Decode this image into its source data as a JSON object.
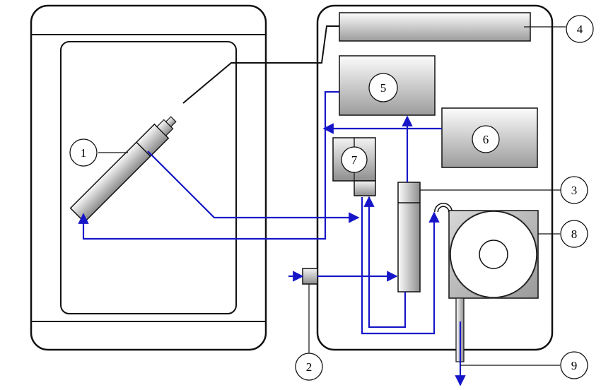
{
  "callouts": [
    {
      "id": "1",
      "label": "1"
    },
    {
      "id": "2",
      "label": "2"
    },
    {
      "id": "3",
      "label": "3"
    },
    {
      "id": "4",
      "label": "4"
    },
    {
      "id": "5",
      "label": "5"
    },
    {
      "id": "6",
      "label": "6"
    },
    {
      "id": "7",
      "label": "7"
    },
    {
      "id": "8",
      "label": "8"
    },
    {
      "id": "9",
      "label": "9"
    }
  ],
  "colors": {
    "flow": "#1616c8",
    "outline": "#111111",
    "component_fill_light": "#fafafa",
    "component_fill_dark": "#9a9a9a"
  }
}
